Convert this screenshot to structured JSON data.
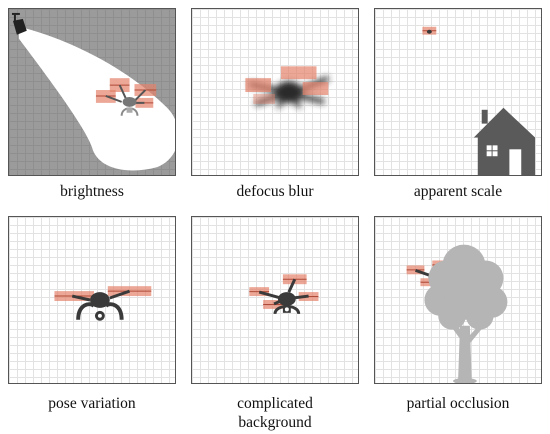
{
  "panels": [
    {
      "id": "brightness",
      "caption": "brightness"
    },
    {
      "id": "defocus-blur",
      "caption": "defocus blur"
    },
    {
      "id": "apparent-scale",
      "caption": "apparent scale"
    },
    {
      "id": "pose-variation",
      "caption": "pose variation"
    },
    {
      "id": "complicated-background",
      "caption": "complicated\nbackground"
    },
    {
      "id": "partial-occlusion",
      "caption": "partial occlusion"
    }
  ],
  "colors": {
    "propeller": "#e4816a",
    "drone": "#3a3a3a",
    "tree": "#b5b5b5",
    "house": "#5a5a5a",
    "dark_background": "#9b9b9b"
  }
}
